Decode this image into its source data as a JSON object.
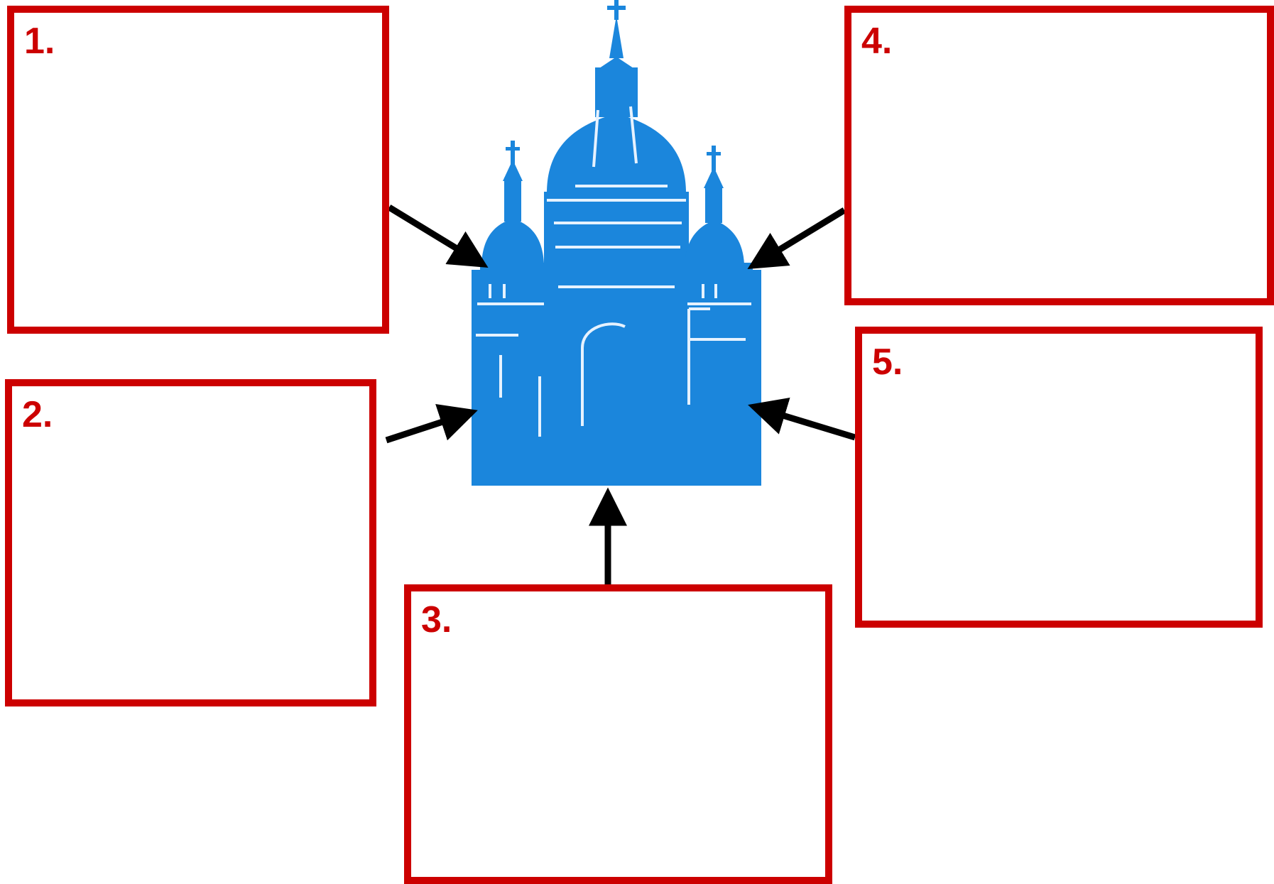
{
  "boxes": [
    {
      "label": "1."
    },
    {
      "label": "2."
    },
    {
      "label": "3."
    },
    {
      "label": "4."
    },
    {
      "label": "5."
    }
  ],
  "colors": {
    "box_border": "#cc0000",
    "box_label": "#cc0000",
    "building": "#1b86dc",
    "building_detail": "#e6f2ff",
    "arrow": "#000000"
  },
  "icons": {
    "center": "cathedral-icon",
    "arrows": "arrow-icon"
  }
}
